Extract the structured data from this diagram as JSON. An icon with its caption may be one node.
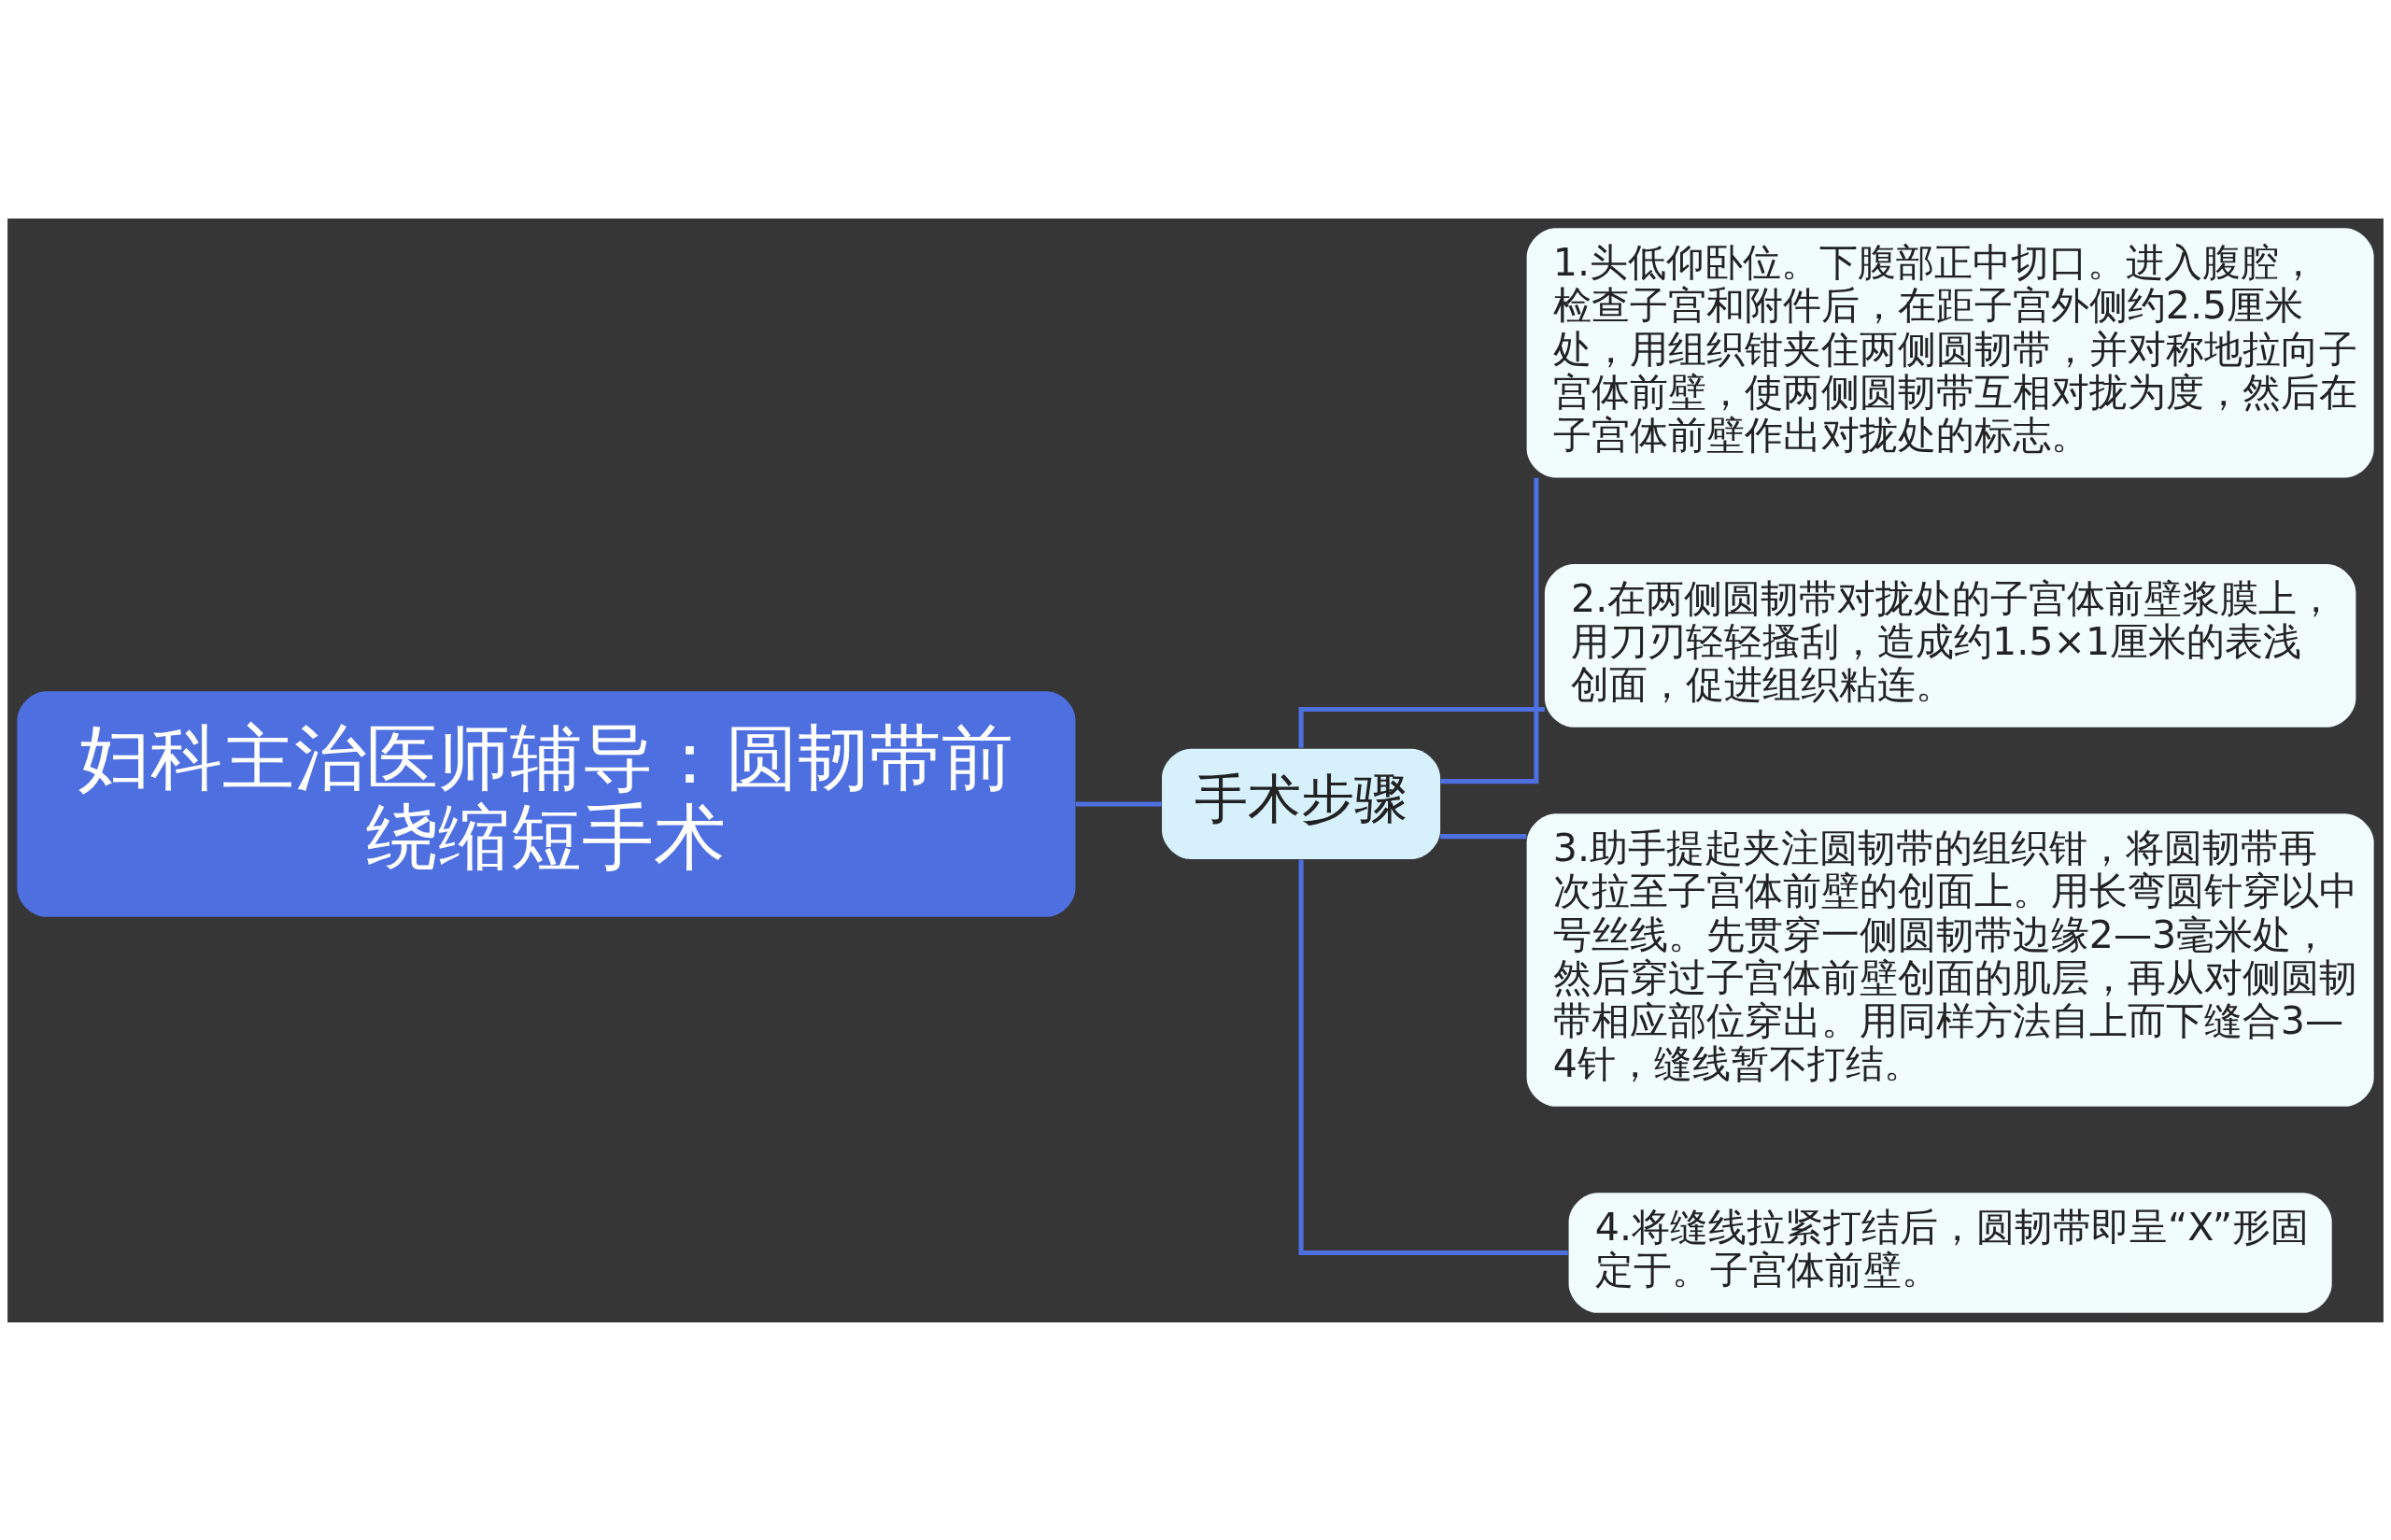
{
  "diagram": {
    "nodes": [
      {
        "text": [
          "妇科主治医师辅导：圆韧带前绕缩短手术"
        ]
      },
      {
        "text": [
          "手术步骤"
        ]
      },
      {
        "text": [
          "1.头低仰卧位。下腹部正中切口。进入腹腔，检查子宫和附件后，在距子宫外侧约2.5厘米处，用组织钳夹住两侧圆韧带，并对称地拉向子宫体前壁，使两侧圆韧带互相对拢为度，然后在子宫体前壁作出对拢处的标志。"
        ]
      },
      {
        "text": [
          "2.在两侧圆韧带对拢处的子宫体前壁浆膜上，用刀刃轻轻搔刮，造成约1.5×1厘米的表浅创面，促进组织粘连。"
        ]
      },
      {
        "text": [
          "3.助手提起夹注圆韧带的组织钳，将圆韧带再次拉至子宫体前壁的创面上。用长弯圆针穿以中号丝线。先贯穿一侧圆韧带边缘2—3毫米处，然后穿过子宫体前壁创面的肌层，再从对侧圆韧带相应部位穿出。用同样方法自上而下缝合3—4针，缝线暂不打结。"
        ]
      },
      {
        "text": [
          "4.将缝线拉紧打结后，圆韧带即呈“X”形固定于。子宫体前壁。"
        ]
      }
    ],
    "edges": [
      {
        "from": 0,
        "to": 1,
        "arrow": "none"
      },
      {
        "from": 1,
        "to": 2,
        "arrow": "none"
      },
      {
        "from": 1,
        "to": 3,
        "arrow": "none"
      },
      {
        "from": 1,
        "to": 4,
        "arrow": "none"
      },
      {
        "from": 1,
        "to": 5,
        "arrow": "none"
      }
    ]
  }
}
